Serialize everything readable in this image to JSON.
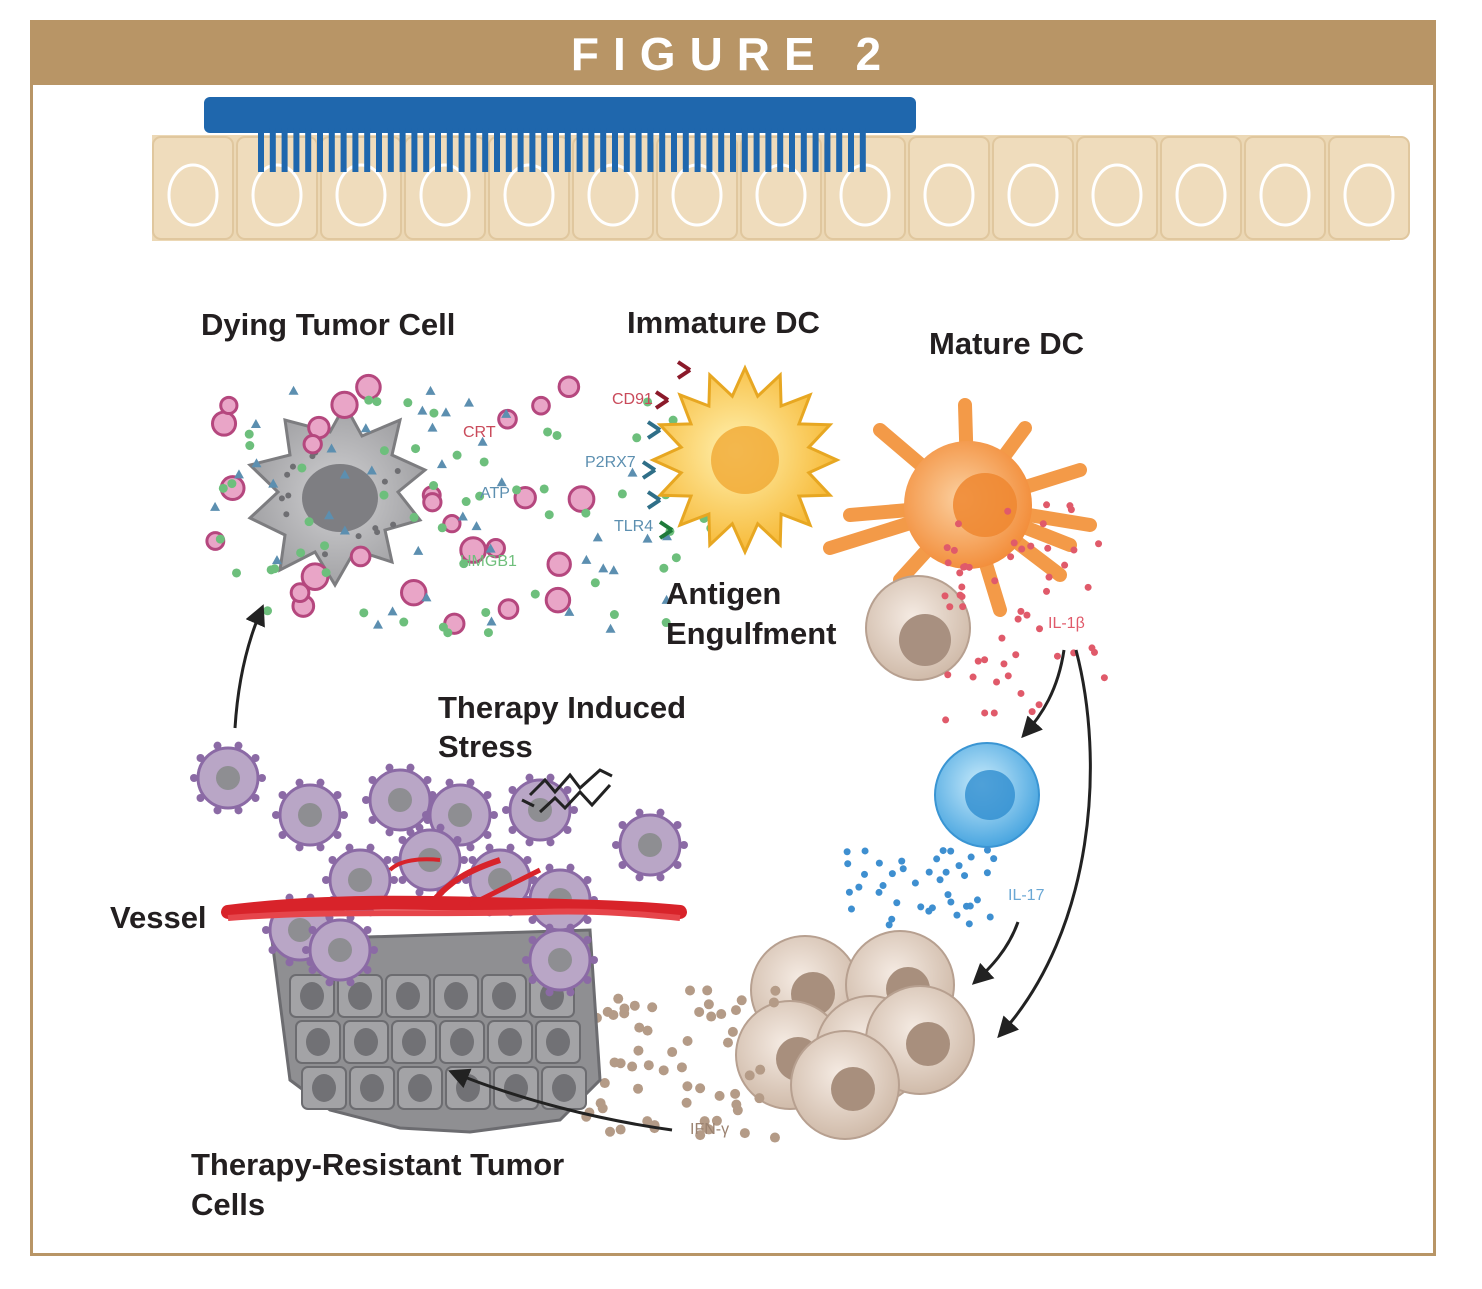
{
  "figure_title": "FIGURE 2",
  "labels": {
    "dying_tumor_cell": "Dying Tumor Cell",
    "immature_dc": "Immature DC",
    "mature_dc": "Mature DC",
    "antigen_engulfment_1": "Antigen",
    "antigen_engulfment_2": "Engulfment",
    "therapy_stress_1": "Therapy Induced",
    "therapy_stress_2": "Stress",
    "vessel": "Vessel",
    "resistant_cells_1": "Therapy-Resistant Tumor",
    "resistant_cells_2": "Cells"
  },
  "small_labels": {
    "crt": "CRT",
    "atp": "ATP",
    "hmgb1": "HMGB1",
    "cd91": "CD91",
    "p2rx7": "P2RX7",
    "tlr4": "TLR4",
    "il1b": "IL-1β",
    "il17": "IL-17",
    "ifng": "IFN-γ"
  },
  "colors": {
    "frame": "#b89566",
    "epithelium": "#ecd8b5",
    "bar": "#1f67ad",
    "dying_cell": "#a9a9ab",
    "immature_dc": "#f8c64b",
    "mature_dc": "#f59c4a",
    "tcell": "#5fb3e8",
    "vessel": "#d8232a",
    "tumor_purple": "#a38bb3"
  }
}
